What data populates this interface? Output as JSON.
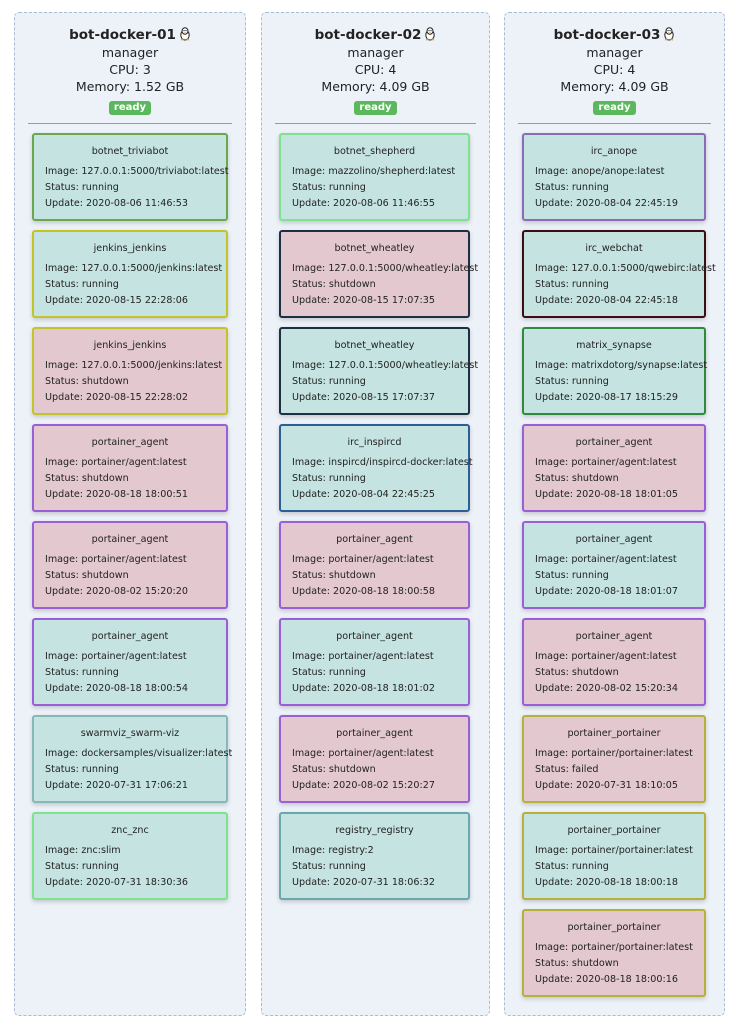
{
  "nodes": [
    {
      "name": "bot-docker-01",
      "role": "manager",
      "cpu": "CPU: 3",
      "memory": "Memory: 1.52 GB",
      "status": "ready",
      "tasks": [
        {
          "name": "botnet_triviabot",
          "image": "Image: 127.0.0.1:5000/triviabot:latest",
          "status": "Status: running",
          "update": "Update: 2020-08-06 11:46:53",
          "state": "running",
          "color": "#6aa84f"
        },
        {
          "name": "jenkins_jenkins",
          "image": "Image: 127.0.0.1:5000/jenkins:latest",
          "status": "Status: running",
          "update": "Update: 2020-08-15 22:28:06",
          "state": "running",
          "color": "#c3c428"
        },
        {
          "name": "jenkins_jenkins",
          "image": "Image: 127.0.0.1:5000/jenkins:latest",
          "status": "Status: shutdown",
          "update": "Update: 2020-08-15 22:28:02",
          "state": "shutdown",
          "color": "#c3c428"
        },
        {
          "name": "portainer_agent",
          "image": "Image: portainer/agent:latest",
          "status": "Status: shutdown",
          "update": "Update: 2020-08-18 18:00:51",
          "state": "shutdown",
          "color": "#9a5ed8"
        },
        {
          "name": "portainer_agent",
          "image": "Image: portainer/agent:latest",
          "status": "Status: shutdown",
          "update": "Update: 2020-08-02 15:20:20",
          "state": "shutdown",
          "color": "#9a5ed8"
        },
        {
          "name": "portainer_agent",
          "image": "Image: portainer/agent:latest",
          "status": "Status: running",
          "update": "Update: 2020-08-18 18:00:54",
          "state": "running",
          "color": "#9a5ed8"
        },
        {
          "name": "swarmviz_swarm-viz",
          "image": "Image: dockersamples/visualizer:latest",
          "status": "Status: running",
          "update": "Update: 2020-07-31 17:06:21",
          "state": "running",
          "color": "#86b8b8"
        },
        {
          "name": "znc_znc",
          "image": "Image: znc:slim",
          "status": "Status: running",
          "update": "Update: 2020-07-31 18:30:36",
          "state": "running",
          "color": "#7ee28e"
        }
      ]
    },
    {
      "name": "bot-docker-02",
      "role": "manager",
      "cpu": "CPU: 4",
      "memory": "Memory: 4.09 GB",
      "status": "ready",
      "tasks": [
        {
          "name": "botnet_shepherd",
          "image": "Image: mazzolino/shepherd:latest",
          "status": "Status: running",
          "update": "Update: 2020-08-06 11:46:55",
          "state": "running",
          "color": "#7ee28e"
        },
        {
          "name": "botnet_wheatley",
          "image": "Image: 127.0.0.1:5000/wheatley:latest",
          "status": "Status: shutdown",
          "update": "Update: 2020-08-15 17:07:35",
          "state": "shutdown",
          "color": "#1d2f45"
        },
        {
          "name": "botnet_wheatley",
          "image": "Image: 127.0.0.1:5000/wheatley:latest",
          "status": "Status: running",
          "update": "Update: 2020-08-15 17:07:37",
          "state": "running",
          "color": "#1d2f45"
        },
        {
          "name": "irc_inspircd",
          "image": "Image: inspircd/inspircd-docker:latest",
          "status": "Status: running",
          "update": "Update: 2020-08-04 22:45:25",
          "state": "running",
          "color": "#2f5e95"
        },
        {
          "name": "portainer_agent",
          "image": "Image: portainer/agent:latest",
          "status": "Status: shutdown",
          "update": "Update: 2020-08-18 18:00:58",
          "state": "shutdown",
          "color": "#9a5ed8"
        },
        {
          "name": "portainer_agent",
          "image": "Image: portainer/agent:latest",
          "status": "Status: running",
          "update": "Update: 2020-08-18 18:01:02",
          "state": "running",
          "color": "#9a5ed8"
        },
        {
          "name": "portainer_agent",
          "image": "Image: portainer/agent:latest",
          "status": "Status: shutdown",
          "update": "Update: 2020-08-02 15:20:27",
          "state": "shutdown",
          "color": "#9a5ed8"
        },
        {
          "name": "registry_registry",
          "image": "Image: registry:2",
          "status": "Status: running",
          "update": "Update: 2020-07-31 18:06:32",
          "state": "running",
          "color": "#6aa8b0"
        }
      ]
    },
    {
      "name": "bot-docker-03",
      "role": "manager",
      "cpu": "CPU: 4",
      "memory": "Memory: 4.09 GB",
      "status": "ready",
      "tasks": [
        {
          "name": "irc_anope",
          "image": "Image: anope/anope:latest",
          "status": "Status: running",
          "update": "Update: 2020-08-04 22:45:19",
          "state": "running",
          "color": "#8a6bb8"
        },
        {
          "name": "irc_webchat",
          "image": "Image: 127.0.0.1:5000/qwebirc:latest",
          "status": "Status: running",
          "update": "Update: 2020-08-04 22:45:18",
          "state": "running",
          "color": "#3a0f14"
        },
        {
          "name": "matrix_synapse",
          "image": "Image: matrixdotorg/synapse:latest",
          "status": "Status: running",
          "update": "Update: 2020-08-17 18:15:29",
          "state": "running",
          "color": "#2e8b3c"
        },
        {
          "name": "portainer_agent",
          "image": "Image: portainer/agent:latest",
          "status": "Status: shutdown",
          "update": "Update: 2020-08-18 18:01:05",
          "state": "shutdown",
          "color": "#9a5ed8"
        },
        {
          "name": "portainer_agent",
          "image": "Image: portainer/agent:latest",
          "status": "Status: running",
          "update": "Update: 2020-08-18 18:01:07",
          "state": "running",
          "color": "#9a5ed8"
        },
        {
          "name": "portainer_agent",
          "image": "Image: portainer/agent:latest",
          "status": "Status: shutdown",
          "update": "Update: 2020-08-02 15:20:34",
          "state": "shutdown",
          "color": "#9a5ed8"
        },
        {
          "name": "portainer_portainer",
          "image": "Image: portainer/portainer:latest",
          "status": "Status: failed",
          "update": "Update: 2020-07-31 18:10:05",
          "state": "failed",
          "color": "#b5b13a"
        },
        {
          "name": "portainer_portainer",
          "image": "Image: portainer/portainer:latest",
          "status": "Status: running",
          "update": "Update: 2020-08-18 18:00:18",
          "state": "running",
          "color": "#b5b13a"
        },
        {
          "name": "portainer_portainer",
          "image": "Image: portainer/portainer:latest",
          "status": "Status: shutdown",
          "update": "Update: 2020-08-18 18:00:16",
          "state": "shutdown",
          "color": "#b5b13a"
        }
      ]
    }
  ]
}
